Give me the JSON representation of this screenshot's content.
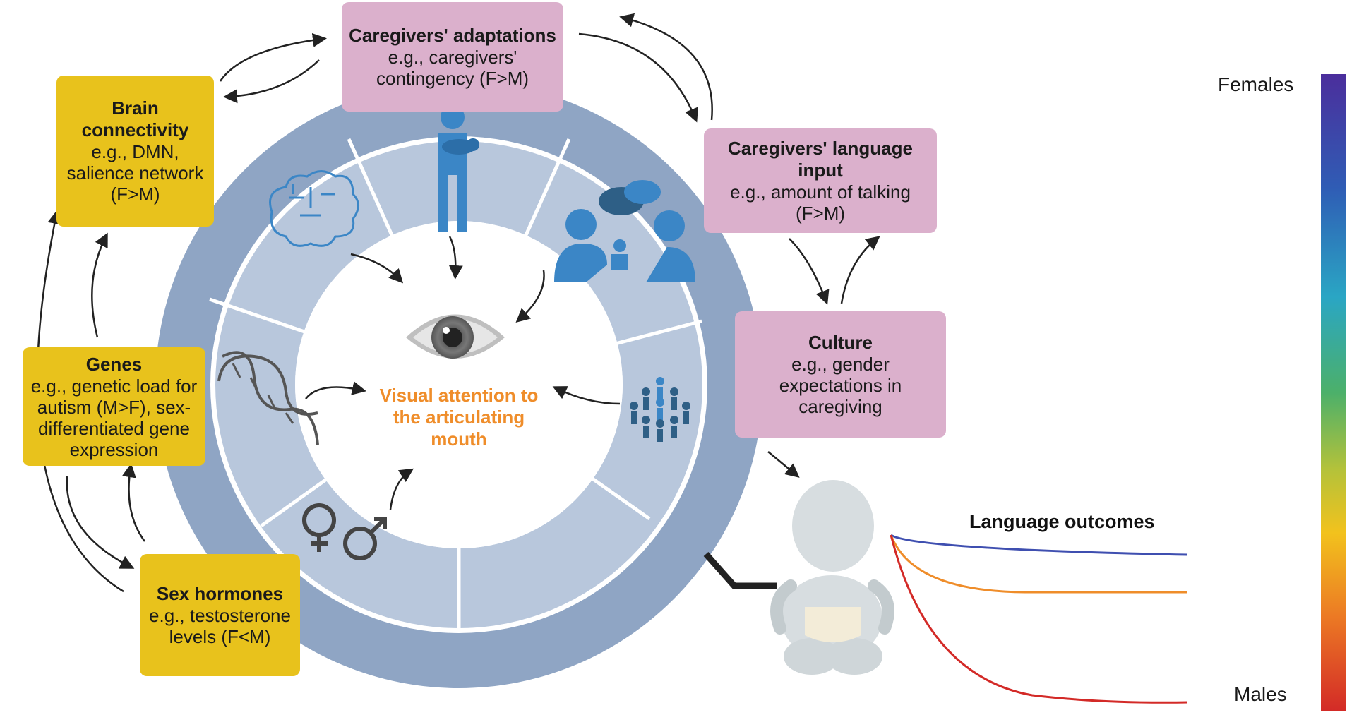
{
  "nodes": {
    "caregivers_adaptations": {
      "title": "Caregivers' adaptations",
      "body": "e.g., caregivers' contingency (F>M)"
    },
    "brain_connectivity": {
      "title": "Brain connectivity",
      "body": "e.g., DMN, salience network (F>M)"
    },
    "caregivers_language_input": {
      "title": "Caregivers' language input",
      "body": "e.g., amount of talking (F>M)"
    },
    "culture": {
      "title": "Culture",
      "body": "e.g., gender expectations in caregiving"
    },
    "genes": {
      "title": "Genes",
      "body": "e.g., genetic load for autism (M>F), sex-differentiated gene expression"
    },
    "sex_hormones": {
      "title": "Sex hormones",
      "body": "e.g., testosterone levels (F<M)"
    }
  },
  "center": {
    "label": "Visual attention to the articulating mouth"
  },
  "outcomes": {
    "title": "Language outcomes"
  },
  "legend": {
    "top": "Females",
    "bottom": "Males"
  },
  "colors": {
    "yellow_box": "#e8c21c",
    "pink_box": "#dbb0cc",
    "outer_ring": "#8fa5c4",
    "inner_ring": "#b8c7dc",
    "center_text": "#ef8d2a",
    "icon_blue": "#3b86c6"
  },
  "icons": [
    "brain-icon",
    "caregiver-holding-baby-icon",
    "talking-caregivers-icon",
    "eye-icon",
    "dna-icon",
    "people-network-icon",
    "sex-symbols-icon",
    "baby-icon"
  ]
}
